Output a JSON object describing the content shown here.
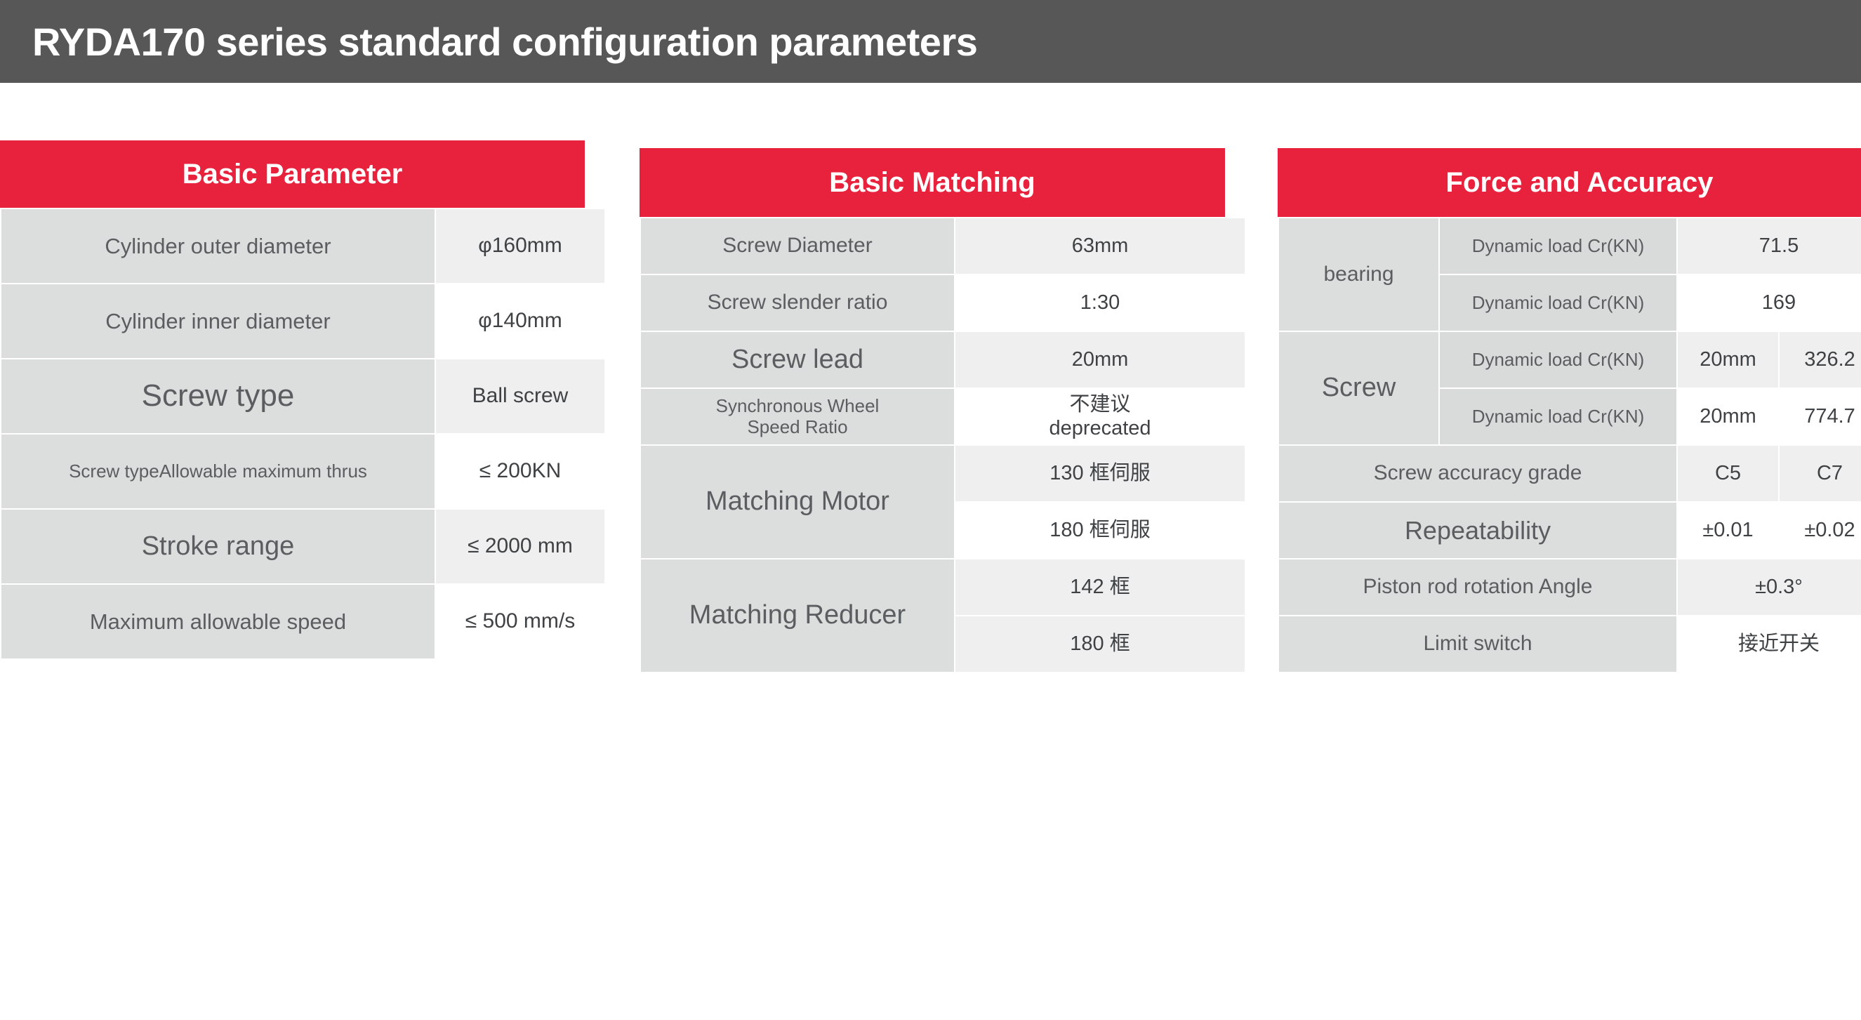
{
  "header": {
    "model": "RYDA170",
    "title_rest": " series standard configuration parameters",
    "full_title": "RYDA170 series standard configuration parameters",
    "bar_color": "#575757",
    "accent_color": "#E8213D"
  },
  "panels": {
    "basic_parameter": {
      "heading": "Basic Parameter",
      "rows": [
        {
          "label": "Cylinder outer diameter",
          "value": "φ160mm"
        },
        {
          "label": "Cylinder inner diameter",
          "value": "φ140mm"
        },
        {
          "label": "Screw type",
          "value": "Ball screw"
        },
        {
          "label": "Screw typeAllowable maximum thrus",
          "value": "≤ 200KN"
        },
        {
          "label": "Stroke range",
          "value": "≤ 2000 mm"
        },
        {
          "label": "Maximum allowable speed",
          "value": "≤ 500 mm/s"
        }
      ]
    },
    "basic_matching": {
      "heading": "Basic Matching",
      "rows": [
        {
          "label": "Screw Diameter",
          "value": "63mm"
        },
        {
          "label": "Screw slender ratio",
          "value": "1:30"
        },
        {
          "label": "Screw lead",
          "value": "20mm"
        },
        {
          "label": "Synchronous Wheel\nSpeed Ratio",
          "value": "不建议\ndeprecated"
        },
        {
          "label": "Matching Motor",
          "value_1": "130 框伺服",
          "value_2": "180 框伺服"
        },
        {
          "label": "Matching Reducer",
          "value_1": "142 框",
          "value_2": "180 框"
        }
      ]
    },
    "force_accuracy": {
      "heading": "Force and Accuracy",
      "groups": [
        {
          "name": "bearing",
          "rows": [
            {
              "sub": "Dynamic load Cr(KN)",
              "value_a": "71.5"
            },
            {
              "sub": "Dynamic load Cr(KN)",
              "value_a": "169"
            }
          ]
        },
        {
          "name": "Screw",
          "rows": [
            {
              "sub": "Dynamic load Cr(KN)",
              "value_a": "20mm",
              "value_b": "326.2"
            },
            {
              "sub": "Dynamic load Cr(KN)",
              "value_a": "20mm",
              "value_b": "774.7"
            }
          ]
        }
      ],
      "rows": [
        {
          "label": "Screw accuracy grade",
          "value_a": "C5",
          "value_b": "C7"
        },
        {
          "label": "Repeatability",
          "value_a": "±0.01",
          "value_b": "±0.02"
        },
        {
          "label": "Piston rod rotation Angle",
          "value_full": "±0.3°"
        },
        {
          "label": "Limit switch",
          "value_full": "接近开关"
        }
      ]
    }
  }
}
